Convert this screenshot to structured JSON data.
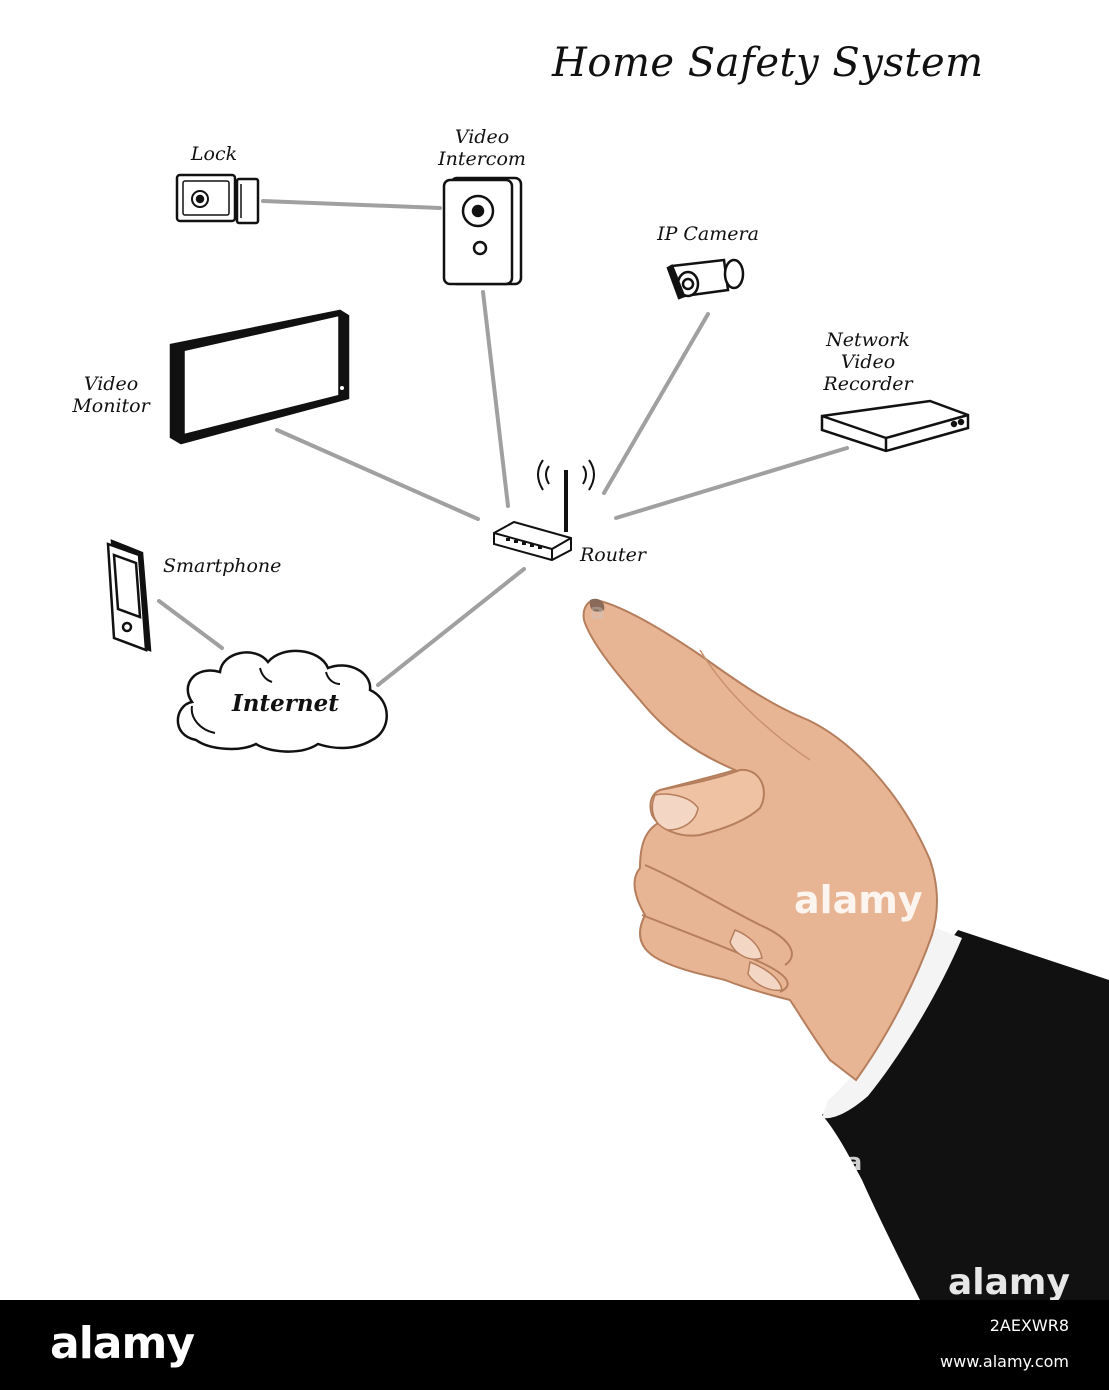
{
  "title": "Home Safety System",
  "nodes": {
    "lock": "Lock",
    "video_intercom": [
      "Video",
      "Intercom"
    ],
    "ip_camera": "IP Camera",
    "video_monitor": [
      "Video",
      "Monitor"
    ],
    "network_video_recorder": [
      "Network",
      "Video",
      "Recorder"
    ],
    "router": "Router",
    "smartphone": "Smartphone",
    "internet": "Internet"
  },
  "icons": [
    "lock-icon",
    "video-intercom-icon",
    "ip-camera-icon",
    "video-monitor-icon",
    "nvr-icon",
    "router-icon",
    "smartphone-icon",
    "cloud-icon",
    "pointing-hand"
  ],
  "connections": [
    [
      "Lock",
      "Video Intercom"
    ],
    [
      "Video Intercom",
      "Router"
    ],
    [
      "IP Camera",
      "Router"
    ],
    [
      "Video Monitor",
      "Router"
    ],
    [
      "Network Video Recorder",
      "Router"
    ],
    [
      "Router",
      "Internet"
    ],
    [
      "Smartphone",
      "Internet"
    ]
  ],
  "watermarks": [
    "alamy",
    "alamy",
    "a",
    "a"
  ],
  "footer": {
    "logo": "alamy",
    "image_id": "2AEXWR8",
    "url": "www.alamy.com"
  },
  "colors": {
    "line": "#a0a0a0",
    "ink": "#111111",
    "skin": "#e8b594",
    "suit": "#111111"
  }
}
